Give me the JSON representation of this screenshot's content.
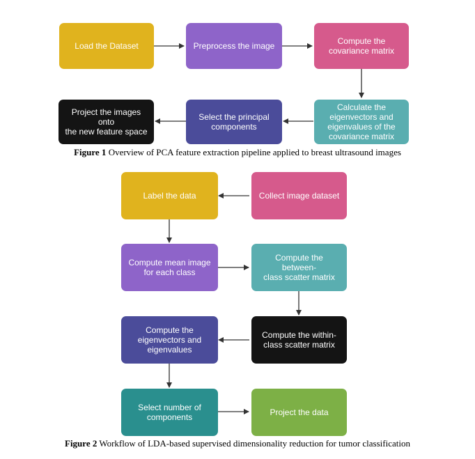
{
  "figure1": {
    "caption_label": "Figure 1",
    "caption_text": " Overview of PCA feature extraction pipeline applied to breast ultrasound images",
    "steps": {
      "load": "Load the Dataset",
      "preprocess": "Preprocess the image",
      "covariance": "Compute the\ncovariance matrix",
      "eigen": "Calculate the\neigenvectors and\neigenvalues of the\ncovariance matrix",
      "select": "Select the principal\ncomponents",
      "project": "Project the images onto\nthe new feature space"
    },
    "colors": {
      "load": "#e0b31e",
      "preprocess": "#8e64c9",
      "covariance": "#d65a8c",
      "eigen": "#5aaeb0",
      "select": "#4b4c9a",
      "project": "#141414"
    }
  },
  "figure2": {
    "caption_label": "Figure 2",
    "caption_text": " Workflow of LDA-based supervised dimensionality reduction for tumor classification",
    "steps": {
      "label": "Label the data",
      "collect": "Collect image dataset",
      "mean": "Compute mean image\nfor each class",
      "between": "Compute the between-\nclass scatter matrix",
      "within": "Compute the within-\nclass scatter matrix",
      "eigen": "Compute the\neigenvectors and\neigenvalues",
      "select": "Select number of\ncomponents",
      "project": "Project the data"
    },
    "colors": {
      "label": "#e0b31e",
      "collect": "#d65a8c",
      "mean": "#8e64c9",
      "between": "#5aaeb0",
      "within": "#141414",
      "eigen": "#4b4c9a",
      "select": "#2a8f8e",
      "project": "#7db046"
    }
  }
}
